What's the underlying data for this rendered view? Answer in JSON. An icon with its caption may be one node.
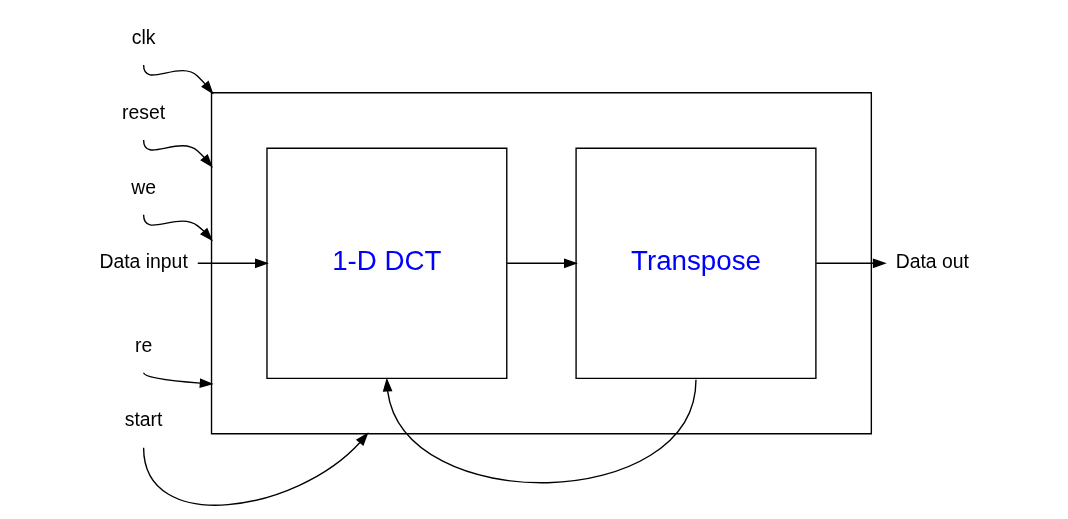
{
  "diagram": {
    "nodes": [
      {
        "text": [],
        "shape": "box"
      },
      {
        "text": [
          "clk"
        ]
      },
      {
        "text": [
          "reset"
        ]
      },
      {
        "text": [
          "we"
        ]
      },
      {
        "text": [
          "Data input"
        ]
      },
      {
        "text": [
          "re"
        ]
      },
      {
        "text": [
          "start"
        ]
      },
      {
        "text": [
          "1-D DCT"
        ],
        "in": 0
      },
      {
        "text": [
          "Transpose"
        ],
        "in": 0
      },
      {
        "text": [
          "Data out"
        ]
      }
    ],
    "edges": [
      {
        "from": 1,
        "to": 0,
        "arrow": "to"
      },
      {
        "from": 2,
        "to": 0,
        "arrow": "to"
      },
      {
        "from": 3,
        "to": 0,
        "arrow": "to"
      },
      {
        "from": 4,
        "to": 7,
        "arrow": "to"
      },
      {
        "from": 5,
        "to": 0,
        "arrow": "to"
      },
      {
        "from": 6,
        "to": 0,
        "arrow": "to"
      },
      {
        "from": 7,
        "to": 8,
        "arrow": "to"
      },
      {
        "from": 8,
        "to": 9,
        "arrow": "to"
      },
      {
        "from": 8,
        "to": 7,
        "arrow": "to"
      }
    ]
  }
}
